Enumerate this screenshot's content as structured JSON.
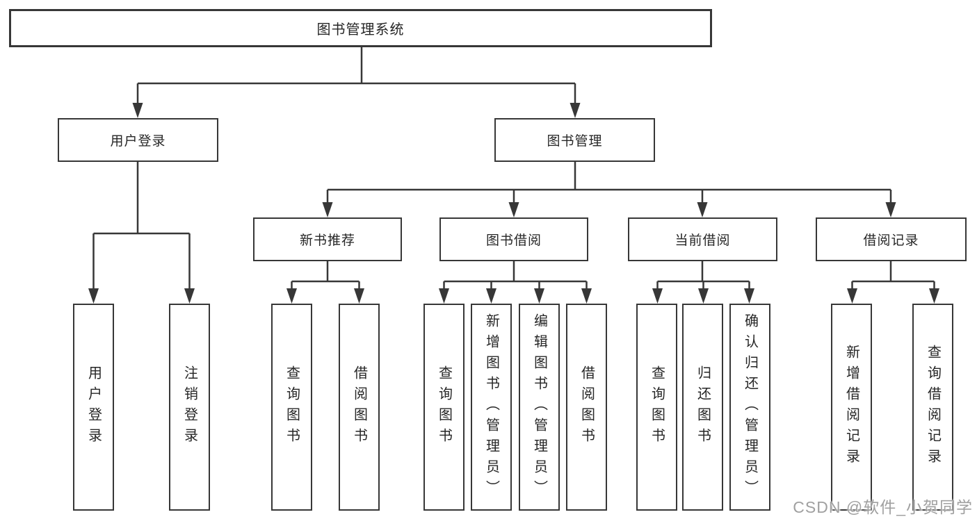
{
  "diagram": {
    "title_node": {
      "label": "图书管理系统"
    },
    "level2": [
      {
        "label": "用户登录"
      },
      {
        "label": "图书管理"
      }
    ],
    "level3": [
      {
        "label": "新书推荐"
      },
      {
        "label": "图书借阅"
      },
      {
        "label": "当前借阅"
      },
      {
        "label": "借阅记录"
      }
    ],
    "leaves": {
      "user_login": [
        {
          "label": "用户登录"
        },
        {
          "label": "注销登录"
        }
      ],
      "new_book_recommend": [
        {
          "label": "查询图书"
        },
        {
          "label": "借阅图书"
        }
      ],
      "book_borrow": [
        {
          "label": "查询图书"
        },
        {
          "label": "新增图书（管理员）"
        },
        {
          "label": "编辑图书（管理员）"
        },
        {
          "label": "借阅图书"
        }
      ],
      "current_borrow": [
        {
          "label": "查询图书"
        },
        {
          "label": "归还图书"
        },
        {
          "label": "确认归还（管理员）"
        }
      ],
      "borrow_records": [
        {
          "label": "新增借阅记录"
        },
        {
          "label": "查询借阅记录"
        }
      ]
    }
  },
  "watermark": {
    "text": "CSDN @软件_小贺同学"
  },
  "colors": {
    "line": "#373737",
    "node_border": "#373737",
    "text": "#262626",
    "watermark": "#a0a0a0",
    "background": "#ffffff"
  }
}
